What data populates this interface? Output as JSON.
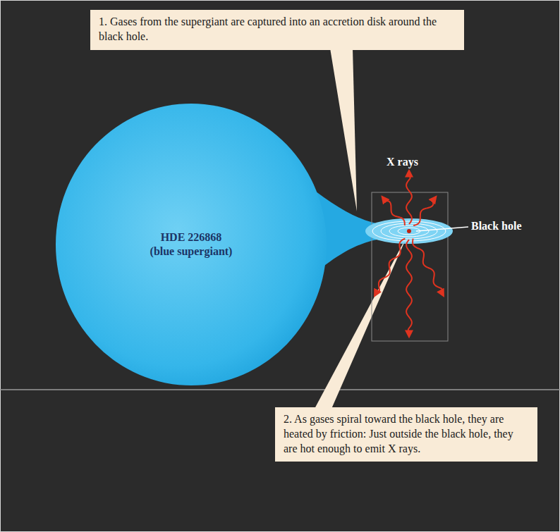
{
  "diagram": {
    "nodes": [
      {
        "text": [
          "1. Gases from the supergiant are captured into an accretion disk around the black hole."
        ]
      },
      {
        "text": [
          "HDE 226868",
          "(blue supergiant)"
        ]
      },
      {
        "text": [
          "2. As gases spiral toward the black hole, they are heated by friction: Just outside the black hole, they are hot enough to emit X rays."
        ]
      }
    ],
    "labels": [
      "X rays",
      "Black hole"
    ]
  }
}
